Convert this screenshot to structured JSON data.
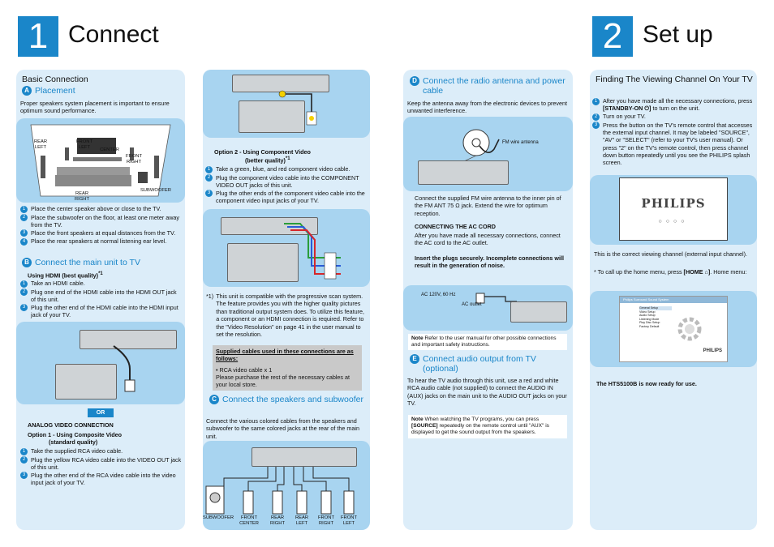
{
  "header": {
    "connect_num": "1",
    "connect_title": "Connect",
    "setup_num": "2",
    "setup_title": "Set up"
  },
  "col1": {
    "basic_title": "Basic Connection",
    "a_badge": "A",
    "a_title": "Placement",
    "a_intro": "Proper speakers system placement is important to ensure optimum sound performance.",
    "room_labels": {
      "rear_left": "REAR LEFT",
      "front_left": "FRONT LEFT",
      "center": "CENTER",
      "front_right": "FRONT RIGHT",
      "subwoofer": "SUBWOOFER",
      "rear_right": "REAR RIGHT"
    },
    "a_steps": [
      "Place the center speaker above or close to the TV.",
      "Place the subwoofer on the floor, at least one meter away from the TV.",
      "Place the front speakers at equal distances from the TV.",
      "Place the rear speakers at normal listening ear level."
    ],
    "b_badge": "B",
    "b_title": "Connect the main unit to TV",
    "hdmi_title": "Using HDMI (best quality)",
    "hdmi_sup": "*1",
    "hdmi_steps": [
      "Take an HDMI cable.",
      "Plug one end of the HDMI cable into the HDMI OUT jack of this unit.",
      "Plug the other end of the HDMI cable into the HDMI input jack of your TV."
    ],
    "or_label": "OR",
    "analog_title": "ANALOG VIDEO CONNECTION",
    "opt1_title": "Option 1 - Using Composite Video",
    "opt1_sub": "(standard quality)",
    "opt1_steps": [
      "Take the supplied RCA video cable.",
      "Plug the yellow RCA video cable into the VIDEO OUT jack of this unit.",
      "Plug the other end of the RCA video cable into the video input jack of your TV."
    ]
  },
  "col2": {
    "opt2_title": "Option 2 - Using Component Video",
    "opt2_sub": "(better quality)",
    "opt2_sup": "*1",
    "opt2_steps": [
      "Take a green, blue, and red component video cable.",
      "Plug the component video cable into the COMPONENT VIDEO OUT jacks of this unit.",
      "Plug the other ends of the component video cable into the component video input jacks of your TV."
    ],
    "footnote_mark": "*1)",
    "footnote": "This unit is compatible with the progressive scan system. The feature provides you with the higher quality pictures than traditional output system does. To utilize this feature, a component or an HDMI connection is required. Refer to the \"Video Resolution\" on page 41 in the user manual to set the resolution.",
    "supplied_title": "Supplied cables used in these connections are as follows:",
    "supplied_item": "• RCA video cable x 1",
    "supplied_note": "Please purchase the rest of the necessary cables at your local store.",
    "c_badge": "C",
    "c_title": "Connect the speakers and subwoofer",
    "c_intro": "Connect the various colored cables from the speakers and subwoofer to the same colored jacks at the rear of the main unit.",
    "speakers": [
      "SUBWOOFER",
      "FRONT CENTER",
      "REAR RIGHT",
      "REAR LEFT",
      "FRONT RIGHT",
      "FRONT LEFT"
    ]
  },
  "col3": {
    "d_badge": "D",
    "d_title": "Connect the radio antenna and power cable",
    "d_intro": "Keep the antenna away from the electronic devices to prevent unwanted interference.",
    "fm_label": "FM wire antenna",
    "d_text": "Connect the supplied FM wire antenna to the inner pin of the FM ANT 75 Ω jack. Extend the wire for optimum reception.",
    "ac_title": "CONNECTING THE AC CORD",
    "ac_text": "After you have made all necessary connections, connect the AC cord to the AC outlet.",
    "ac_warn": "Insert the plugs securely. Incomplete connections will result in the generation of noise.",
    "ac_volt": "AC 120V, 60 Hz",
    "ac_outlet": "AC outlet",
    "note1_label": "Note",
    "note1_text": "Refer to the user manual for other possible connections and important safety instructions.",
    "e_badge": "E",
    "e_title": "Connect audio output from TV (optional)",
    "e_text": "To hear the TV audio through this unit, use a red and white RCA audio cable (not supplied) to connect the AUDIO IN (AUX) jacks on the main unit to the AUDIO OUT jacks on your TV.",
    "note2_label": "Note",
    "note2_pre": "When watching the TV programs, you can press",
    "note2_key": "[SOURCE]",
    "note2_post": "repeatedly on the remote control until \"AUX\" is displayed to get the sound output from the speakers."
  },
  "col4": {
    "title": "Finding The Viewing Channel On Your TV",
    "steps": [
      {
        "pre": "After you have made all the necessary connections, press ",
        "key": "[STANDBY-ON ⏻]",
        "post": " to turn on the unit."
      },
      {
        "pre": "Turn on your TV.",
        "key": "",
        "post": ""
      },
      {
        "pre": "Press the button on the TV's remote control that accesses the external input channel. It may be labeled \"SOURCE\", \"AV\" or \"SELECT\" (refer to your TV's user manual). Or press \"2\" on the TV's remote control, then press channel down button repeatedly until you see the PHILIPS splash screen.",
        "key": "",
        "post": ""
      }
    ],
    "splash_logo": "PHILIPS",
    "correct_text": "This is the correct viewing channel (external input channel).",
    "home_pre": "* To call up the home menu, press",
    "home_key": "[HOME ⌂]",
    "home_post": ". Home menu:",
    "menu_title": "Philips Surround Sound System",
    "menu_items": [
      "General Setup",
      "Video Setup",
      "Audio Setup",
      "Listening Mode",
      "Play Disc Setup",
      "Factory Default"
    ],
    "menu_logo": "PHILIPS",
    "ready": "The HTS5100B is now ready for use."
  },
  "colors": {
    "accent": "#1a86c9",
    "panel": "#dcedf9",
    "band": "#a8d4f0"
  }
}
